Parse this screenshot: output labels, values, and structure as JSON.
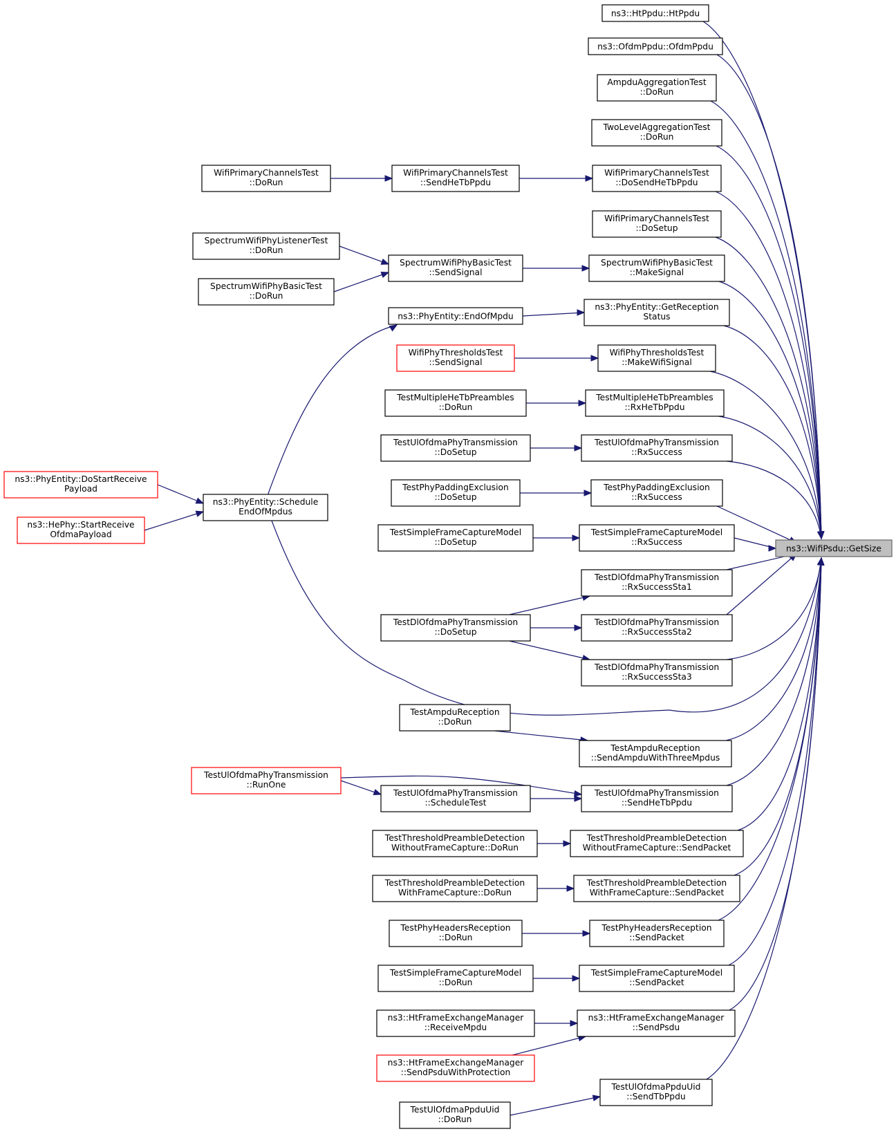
{
  "target": "ns3::WifiPsdu::GetSize",
  "nodes": [
    {
      "id": "target",
      "lines": [
        "ns3::WifiPsdu::GetSize"
      ],
      "kind": "target"
    },
    {
      "id": "htppdu",
      "lines": [
        "ns3::HtPpdu::HtPpdu"
      ],
      "kind": "normal"
    },
    {
      "id": "ofdmppdu",
      "lines": [
        "ns3::OfdmPpdu::OfdmPpdu"
      ],
      "kind": "normal"
    },
    {
      "id": "ampduagg",
      "lines": [
        "AmpduAggregationTest",
        "::DoRun"
      ],
      "kind": "normal"
    },
    {
      "id": "twolevel",
      "lines": [
        "TwoLevelAggregationTest",
        "::DoRun"
      ],
      "kind": "normal"
    },
    {
      "id": "wpct_dosend",
      "lines": [
        "WifiPrimaryChannelsTest",
        "::DoSendHeTbPpdu"
      ],
      "kind": "normal"
    },
    {
      "id": "wpct_sendhe",
      "lines": [
        "WifiPrimaryChannelsTest",
        "::SendHeTbPpdu"
      ],
      "kind": "normal"
    },
    {
      "id": "wpct_dorun",
      "lines": [
        "WifiPrimaryChannelsTest",
        "::DoRun"
      ],
      "kind": "normal"
    },
    {
      "id": "wpct_dosetup",
      "lines": [
        "WifiPrimaryChannelsTest",
        "::DoSetup"
      ],
      "kind": "normal"
    },
    {
      "id": "swpbt_make",
      "lines": [
        "SpectrumWifiPhyBasicTest",
        "::MakeSignal"
      ],
      "kind": "normal"
    },
    {
      "id": "swpbt_send",
      "lines": [
        "SpectrumWifiPhyBasicTest",
        "::SendSignal"
      ],
      "kind": "normal"
    },
    {
      "id": "swplt_dorun",
      "lines": [
        "SpectrumWifiPhyListenerTest",
        "::DoRun"
      ],
      "kind": "normal"
    },
    {
      "id": "swpbt_dorun",
      "lines": [
        "SpectrumWifiPhyBasicTest",
        "::DoRun"
      ],
      "kind": "normal"
    },
    {
      "id": "pe_getrec",
      "lines": [
        "ns3::PhyEntity::GetReception",
        "Status"
      ],
      "kind": "normal"
    },
    {
      "id": "pe_endof",
      "lines": [
        "ns3::PhyEntity::EndOfMpdu"
      ],
      "kind": "normal"
    },
    {
      "id": "wptt_make",
      "lines": [
        "WifiPhyThresholdsTest",
        "::MakeWifiSignal"
      ],
      "kind": "normal"
    },
    {
      "id": "wptt_send",
      "lines": [
        "WifiPhyThresholdsTest",
        "::SendSignal"
      ],
      "kind": "red"
    },
    {
      "id": "tmhtp_rx",
      "lines": [
        "TestMultipleHeTbPreambles",
        "::RxHeTbPpdu"
      ],
      "kind": "normal"
    },
    {
      "id": "tmhtp_dorun",
      "lines": [
        "TestMultipleHeTbPreambles",
        "::DoRun"
      ],
      "kind": "normal"
    },
    {
      "id": "tuopt_rxs",
      "lines": [
        "TestUlOfdmaPhyTransmission",
        "::RxSuccess"
      ],
      "kind": "normal"
    },
    {
      "id": "tuopt_dosetup",
      "lines": [
        "TestUlOfdmaPhyTransmission",
        "::DoSetup"
      ],
      "kind": "normal"
    },
    {
      "id": "tppe_rxs",
      "lines": [
        "TestPhyPaddingExclusion",
        "::RxSuccess"
      ],
      "kind": "normal"
    },
    {
      "id": "tppe_dosetup",
      "lines": [
        "TestPhyPaddingExclusion",
        "::DoSetup"
      ],
      "kind": "normal"
    },
    {
      "id": "tsfcm_rxs",
      "lines": [
        "TestSimpleFrameCaptureModel",
        "::RxSuccess"
      ],
      "kind": "normal"
    },
    {
      "id": "tsfcm_dosetup",
      "lines": [
        "TestSimpleFrameCaptureModel",
        "::DoSetup"
      ],
      "kind": "normal"
    },
    {
      "id": "pe_schedule",
      "lines": [
        "ns3::PhyEntity::Schedule",
        "EndOfMpdus"
      ],
      "kind": "normal"
    },
    {
      "id": "pe_dostart",
      "lines": [
        "ns3::PhyEntity::DoStartReceive",
        "Payload"
      ],
      "kind": "red"
    },
    {
      "id": "hephy_start",
      "lines": [
        "ns3::HePhy::StartReceive",
        "OfdmaPayload"
      ],
      "kind": "red"
    },
    {
      "id": "tdopt_sta1",
      "lines": [
        "TestDlOfdmaPhyTransmission",
        "::RxSuccessSta1"
      ],
      "kind": "normal"
    },
    {
      "id": "tdopt_sta2",
      "lines": [
        "TestDlOfdmaPhyTransmission",
        "::RxSuccessSta2"
      ],
      "kind": "normal"
    },
    {
      "id": "tdopt_sta3",
      "lines": [
        "TestDlOfdmaPhyTransmission",
        "::RxSuccessSta3"
      ],
      "kind": "normal"
    },
    {
      "id": "tdopt_dosetup",
      "lines": [
        "TestDlOfdmaPhyTransmission",
        "::DoSetup"
      ],
      "kind": "normal"
    },
    {
      "id": "tar_send",
      "lines": [
        "TestAmpduReception",
        "::SendAmpduWithThreeMpdus"
      ],
      "kind": "normal"
    },
    {
      "id": "tar_dorun",
      "lines": [
        "TestAmpduReception",
        "::DoRun"
      ],
      "kind": "normal"
    },
    {
      "id": "tuopt_sendhe",
      "lines": [
        "TestUlOfdmaPhyTransmission",
        "::SendHeTbPpdu"
      ],
      "kind": "normal"
    },
    {
      "id": "tuopt_sched",
      "lines": [
        "TestUlOfdmaPhyTransmission",
        "::ScheduleTest"
      ],
      "kind": "normal"
    },
    {
      "id": "tuopt_runone",
      "lines": [
        "TestUlOfdmaPhyTransmission",
        "::RunOne"
      ],
      "kind": "red"
    },
    {
      "id": "ttpdwo_send",
      "lines": [
        "TestThresholdPreambleDetection",
        "WithoutFrameCapture::SendPacket"
      ],
      "kind": "normal"
    },
    {
      "id": "ttpdwo_dorun",
      "lines": [
        "TestThresholdPreambleDetection",
        "WithoutFrameCapture::DoRun"
      ],
      "kind": "normal"
    },
    {
      "id": "ttpdw_send",
      "lines": [
        "TestThresholdPreambleDetection",
        "WithFrameCapture::SendPacket"
      ],
      "kind": "normal"
    },
    {
      "id": "ttpdw_dorun",
      "lines": [
        "TestThresholdPreambleDetection",
        "WithFrameCapture::DoRun"
      ],
      "kind": "normal"
    },
    {
      "id": "tphr_send",
      "lines": [
        "TestPhyHeadersReception",
        "::SendPacket"
      ],
      "kind": "normal"
    },
    {
      "id": "tphr_dorun",
      "lines": [
        "TestPhyHeadersReception",
        "::DoRun"
      ],
      "kind": "normal"
    },
    {
      "id": "tsfcm_send",
      "lines": [
        "TestSimpleFrameCaptureModel",
        "::SendPacket"
      ],
      "kind": "normal"
    },
    {
      "id": "tsfcm_dorun",
      "lines": [
        "TestSimpleFrameCaptureModel",
        "::DoRun"
      ],
      "kind": "normal"
    },
    {
      "id": "htfem_sendpsdu",
      "lines": [
        "ns3::HtFrameExchangeManager",
        "::SendPsdu"
      ],
      "kind": "normal"
    },
    {
      "id": "htfem_recv",
      "lines": [
        "ns3::HtFrameExchangeManager",
        "::ReceiveMpdu"
      ],
      "kind": "normal"
    },
    {
      "id": "htfem_sendprot",
      "lines": [
        "ns3::HtFrameExchangeManager",
        "::SendPsduWithProtection"
      ],
      "kind": "red"
    },
    {
      "id": "tuopu_send",
      "lines": [
        "TestUlOfdmaPpduUid",
        "::SendTbPpdu"
      ],
      "kind": "normal"
    },
    {
      "id": "tuopu_dorun",
      "lines": [
        "TestUlOfdmaPpduUid",
        "::DoRun"
      ],
      "kind": "normal"
    }
  ],
  "edges": [
    [
      "htppdu",
      "target"
    ],
    [
      "ofdmppdu",
      "target"
    ],
    [
      "ampduagg",
      "target"
    ],
    [
      "twolevel",
      "target"
    ],
    [
      "wpct_dosend",
      "target"
    ],
    [
      "wpct_dosetup",
      "target"
    ],
    [
      "swpbt_make",
      "target"
    ],
    [
      "pe_getrec",
      "target"
    ],
    [
      "wptt_make",
      "target"
    ],
    [
      "tmhtp_rx",
      "target"
    ],
    [
      "tuopt_rxs",
      "target"
    ],
    [
      "tppe_rxs",
      "target"
    ],
    [
      "tsfcm_rxs",
      "target"
    ],
    [
      "tdopt_sta1",
      "target"
    ],
    [
      "tdopt_sta2",
      "target"
    ],
    [
      "tdopt_sta3",
      "target"
    ],
    [
      "pe_schedule",
      "target"
    ],
    [
      "tar_send",
      "target"
    ],
    [
      "tuopt_sendhe",
      "target"
    ],
    [
      "ttpdwo_send",
      "target"
    ],
    [
      "ttpdw_send",
      "target"
    ],
    [
      "tphr_send",
      "target"
    ],
    [
      "tsfcm_send",
      "target"
    ],
    [
      "htfem_sendpsdu",
      "target"
    ],
    [
      "tuopu_send",
      "target"
    ],
    [
      "wpct_dorun",
      "wpct_sendhe"
    ],
    [
      "wpct_sendhe",
      "wpct_dosend"
    ],
    [
      "swplt_dorun",
      "swpbt_send"
    ],
    [
      "swpbt_dorun",
      "swpbt_send"
    ],
    [
      "swpbt_send",
      "swpbt_make"
    ],
    [
      "pe_endof",
      "pe_getrec"
    ],
    [
      "pe_schedule",
      "pe_endof"
    ],
    [
      "wptt_send",
      "wptt_make"
    ],
    [
      "tmhtp_dorun",
      "tmhtp_rx"
    ],
    [
      "tuopt_dosetup",
      "tuopt_rxs"
    ],
    [
      "tppe_dosetup",
      "tppe_rxs"
    ],
    [
      "tsfcm_dosetup",
      "tsfcm_rxs"
    ],
    [
      "pe_dostart",
      "pe_schedule"
    ],
    [
      "hephy_start",
      "pe_schedule"
    ],
    [
      "tdopt_dosetup",
      "tdopt_sta1"
    ],
    [
      "tdopt_dosetup",
      "tdopt_sta2"
    ],
    [
      "tdopt_dosetup",
      "tdopt_sta3"
    ],
    [
      "tar_dorun",
      "tar_send"
    ],
    [
      "tuopt_runone",
      "tuopt_sendhe"
    ],
    [
      "tuopt_runone",
      "tuopt_sched"
    ],
    [
      "tuopt_sched",
      "tuopt_sendhe"
    ],
    [
      "ttpdwo_dorun",
      "ttpdwo_send"
    ],
    [
      "ttpdw_dorun",
      "ttpdw_send"
    ],
    [
      "tphr_dorun",
      "tphr_send"
    ],
    [
      "tsfcm_dorun",
      "tsfcm_send"
    ],
    [
      "htfem_recv",
      "htfem_sendpsdu"
    ],
    [
      "htfem_sendprot",
      "htfem_sendpsdu"
    ],
    [
      "tuopu_dorun",
      "tuopu_send"
    ]
  ]
}
